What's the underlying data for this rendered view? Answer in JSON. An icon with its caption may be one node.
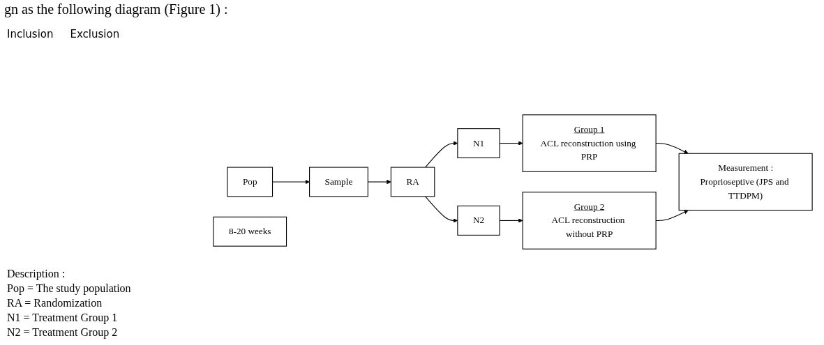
{
  "diagram": {
    "nodes": [
      {
        "text": [
          "Pop"
        ]
      },
      {
        "text": [
          "Sample"
        ]
      },
      {
        "text": [
          "RA"
        ]
      },
      {
        "text": [
          "N1"
        ]
      },
      {
        "text": [
          "N2"
        ]
      },
      {
        "text": [
          "Group 1",
          "ACL reconstruction using PRP"
        ]
      },
      {
        "text": [
          "Group 2",
          "ACL reconstruction without PRP"
        ]
      },
      {
        "text": [
          "8-20 weeks"
        ]
      },
      {
        "text": [
          "Measurement :",
          "Proprioseptive (JPS and TTDPM)"
        ]
      }
    ],
    "edges": [
      {
        "from": 0,
        "to": 1,
        "arrow": "to"
      },
      {
        "from": 1,
        "to": 2,
        "arrow": "to"
      },
      {
        "from": 2,
        "to": 3,
        "arrow": "to"
      },
      {
        "from": 2,
        "to": 4,
        "arrow": "to"
      },
      {
        "from": 3,
        "to": 5,
        "arrow": "to"
      },
      {
        "from": 4,
        "to": 6,
        "arrow": "to"
      },
      {
        "from": 5,
        "to": 8,
        "arrow": "to"
      },
      {
        "from": 6,
        "to": 8,
        "arrow": "to"
      }
    ],
    "labels": [
      "gn as the following diagram (Figure 1) :",
      "Inclusion",
      "Exclusion",
      "Description :",
      "Pop = The study population",
      "RA = Randomization",
      "N1 = Treatment Group 1",
      "N2 = Treatment Group 2"
    ]
  }
}
